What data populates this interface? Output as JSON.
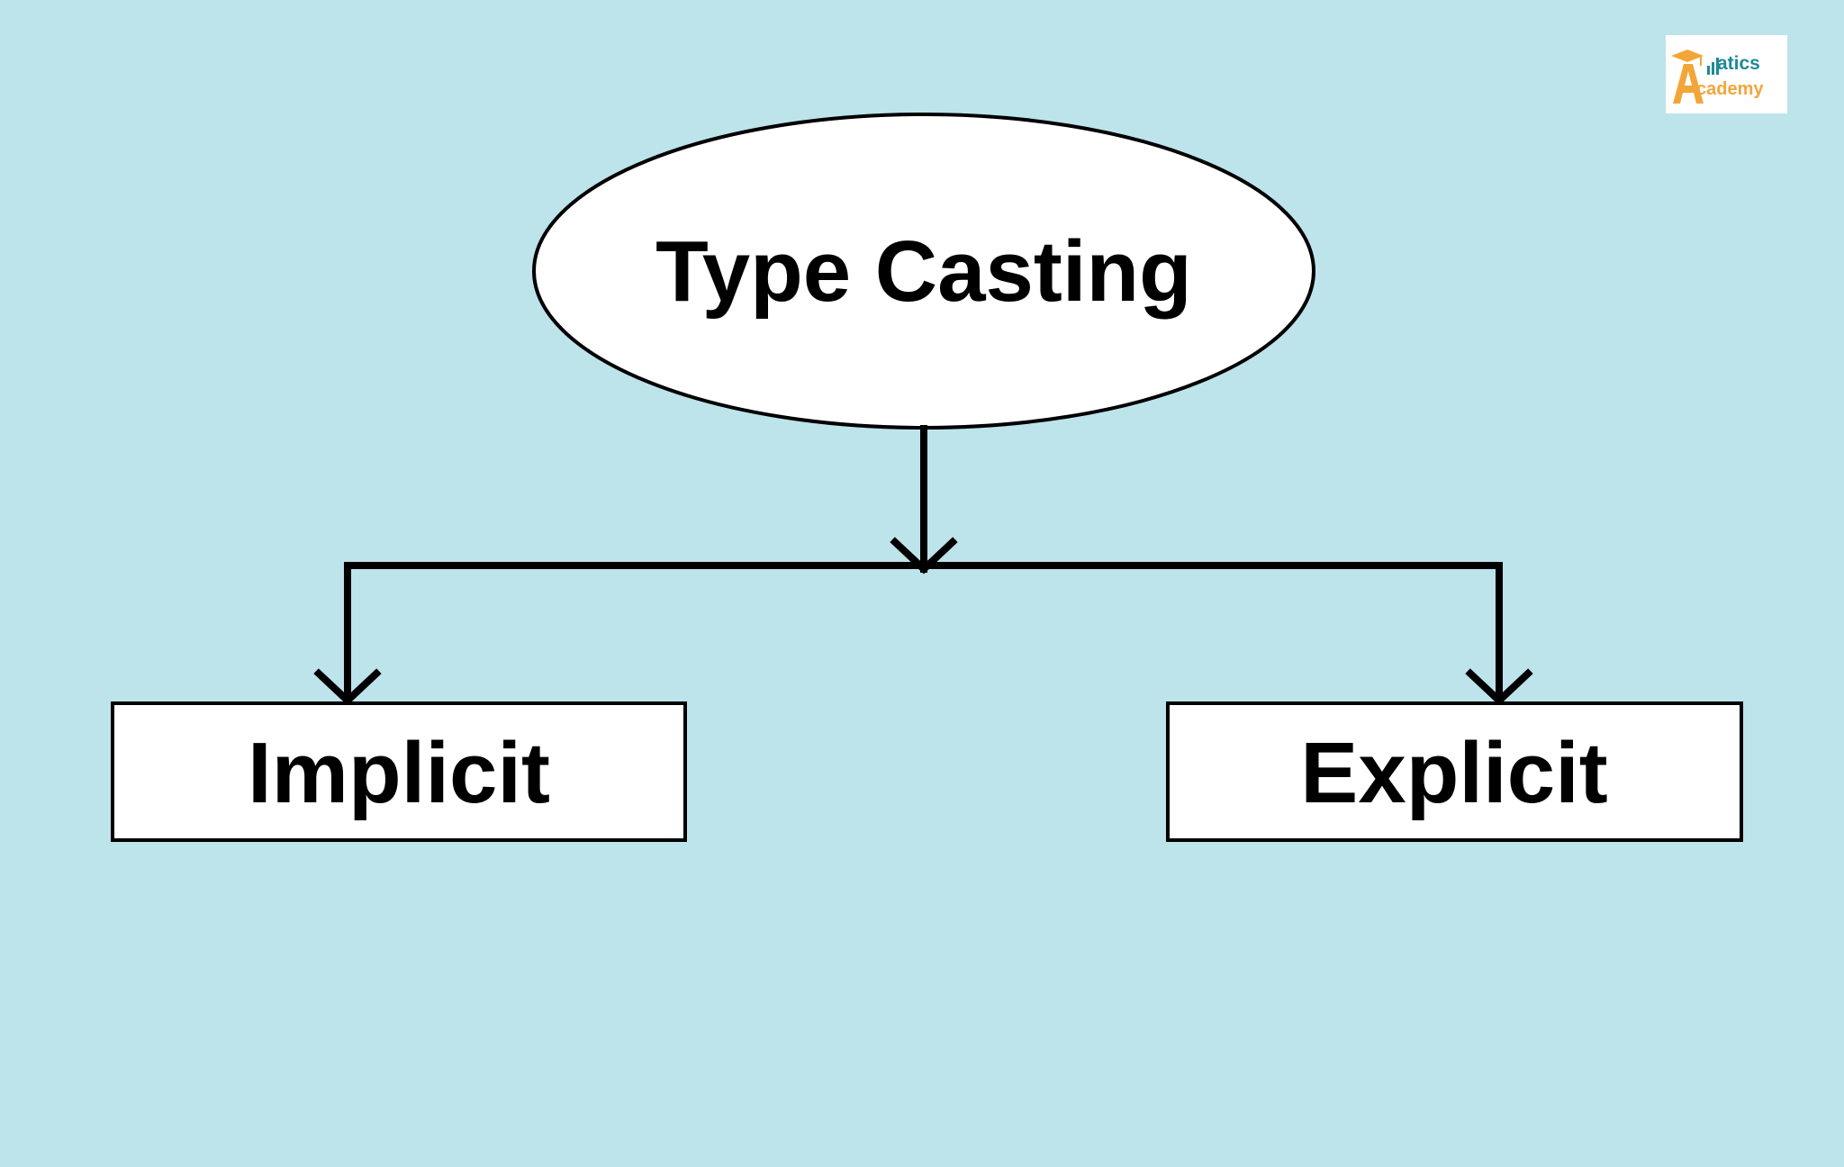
{
  "colors": {
    "background": "#bde3eb",
    "node_fill": "#ffffff",
    "stroke": "#000000",
    "logo_teal": "#1e8a96",
    "logo_orange": "#f2a63a"
  },
  "diagram": {
    "root": {
      "label": "Type Casting",
      "shape": "ellipse"
    },
    "children": [
      {
        "label": "Implicit",
        "shape": "rectangle"
      },
      {
        "label": "Explicit",
        "shape": "rectangle"
      }
    ]
  },
  "logo": {
    "icon": "graduation-cap-a-icon",
    "line1": "atics",
    "line2": "cademy"
  }
}
